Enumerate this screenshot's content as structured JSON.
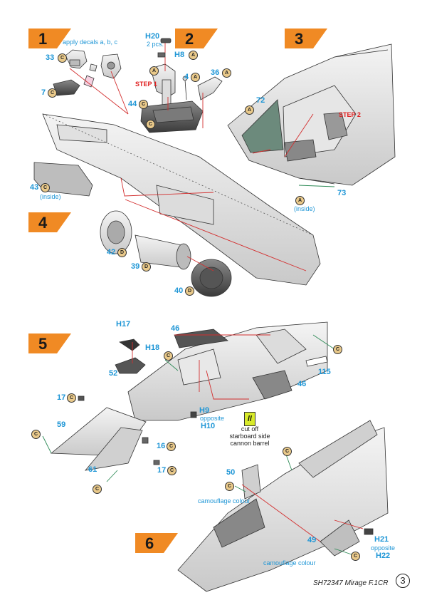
{
  "steps": [
    {
      "number": "1",
      "flag_color": "#f08a24"
    },
    {
      "number": "2",
      "flag_color": "#f08a24"
    },
    {
      "number": "3",
      "flag_color": "#f08a24"
    },
    {
      "number": "4",
      "flag_color": "#f08a24"
    },
    {
      "number": "5",
      "flag_color": "#f08a24"
    },
    {
      "number": "6",
      "flag_color": "#f08a24"
    }
  ],
  "colors": {
    "accent": "#f08a24",
    "part_label": "#1e96d6",
    "callout_line": "#d32f2f",
    "sub_step": "#e02020",
    "cutoff_marker": "#d8ea2a"
  },
  "step1": {
    "note": "apply decals a, b, c",
    "parts": [
      "33",
      "7"
    ],
    "icon": "C"
  },
  "step2": {
    "h20": "H20",
    "h20_qty": "2 pcs.",
    "h8": "H8",
    "sub_step": "STEP 1",
    "parts": [
      "4",
      "36",
      "44"
    ],
    "icons": [
      "A",
      "A",
      "A",
      "A",
      "C"
    ]
  },
  "step3": {
    "part72": "72",
    "part73": "73",
    "sub_step": "STEP 2",
    "inside_note": "(inside)",
    "icons": [
      "A",
      "A"
    ]
  },
  "step4": {
    "part43": "43",
    "part43_note": "(inside)",
    "parts": [
      "42",
      "39",
      "40"
    ],
    "icons": [
      "C",
      "D",
      "D",
      "D"
    ]
  },
  "step5": {
    "h17": "H17",
    "h18": "H18",
    "parts": [
      "46",
      "52",
      "17",
      "59",
      "61",
      "17",
      "16",
      "46",
      "115"
    ],
    "h9": "H9",
    "h9_note": "opposite",
    "h10": "H10",
    "cutoff_symbol": "//",
    "cutoff_note": "cut off starboard side cannon barrel",
    "icons": [
      "C",
      "C",
      "C",
      "C",
      "C",
      "C"
    ]
  },
  "step6": {
    "part50": "50",
    "part49": "49",
    "camo_note_1": "camouflage colour",
    "camo_note_2": "camouflage colour",
    "h21": "H21",
    "h21_note": "opposite",
    "h22": "H22",
    "icons": [
      "C",
      "C",
      "C",
      "C"
    ]
  },
  "footer": {
    "text": "SH72347 Mirage F.1CR",
    "page_number": "3"
  }
}
